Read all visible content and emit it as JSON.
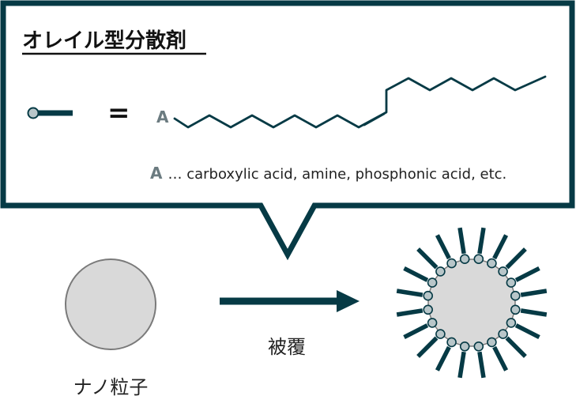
{
  "title": "オレイル型分散剤",
  "equals_sign": "=",
  "head_group_letter": "A",
  "legend": {
    "letter": "A",
    "text": "… carboxylic acid, amine, phosphonic acid, etc."
  },
  "nanoparticle_label": "ナノ粒子",
  "process_label": "被覆",
  "colors": {
    "dark_teal": "#063A45",
    "head_gray": "#B8C6C9",
    "particle_gray": "#D9D9D9",
    "letter_gray": "#6B7B80"
  }
}
